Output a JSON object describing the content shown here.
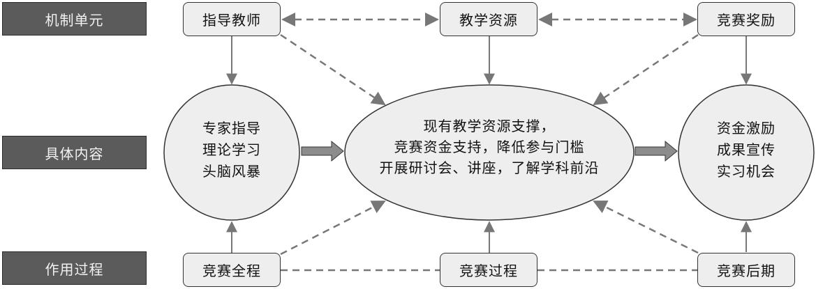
{
  "row_labels": {
    "mechanism": "机制单元",
    "content": "具体内容",
    "process": "作用过程"
  },
  "top_nodes": {
    "teacher": "指导教师",
    "resources": "教学资源",
    "reward": "竞赛奖励"
  },
  "bottom_nodes": {
    "whole": "竞赛全程",
    "during": "竞赛过程",
    "after": "竞赛后期"
  },
  "left_circle": {
    "lines": [
      "专家指导",
      "理论学习",
      "头脑风暴"
    ]
  },
  "center_ellipse": {
    "lines": [
      "现有教学资源支撑，",
      "竞赛资金支持，降低参与门槛",
      "开展研讨会、讲座，了解学科前沿"
    ]
  },
  "right_circle": {
    "lines": [
      "资金激励",
      "成果宣传",
      "实习机会"
    ]
  },
  "colors": {
    "label_fill": "#5b5b5b",
    "node_fill": "#eeeeee",
    "arrow_gray": "#777777",
    "block_arrow": "#8c8c8c"
  }
}
